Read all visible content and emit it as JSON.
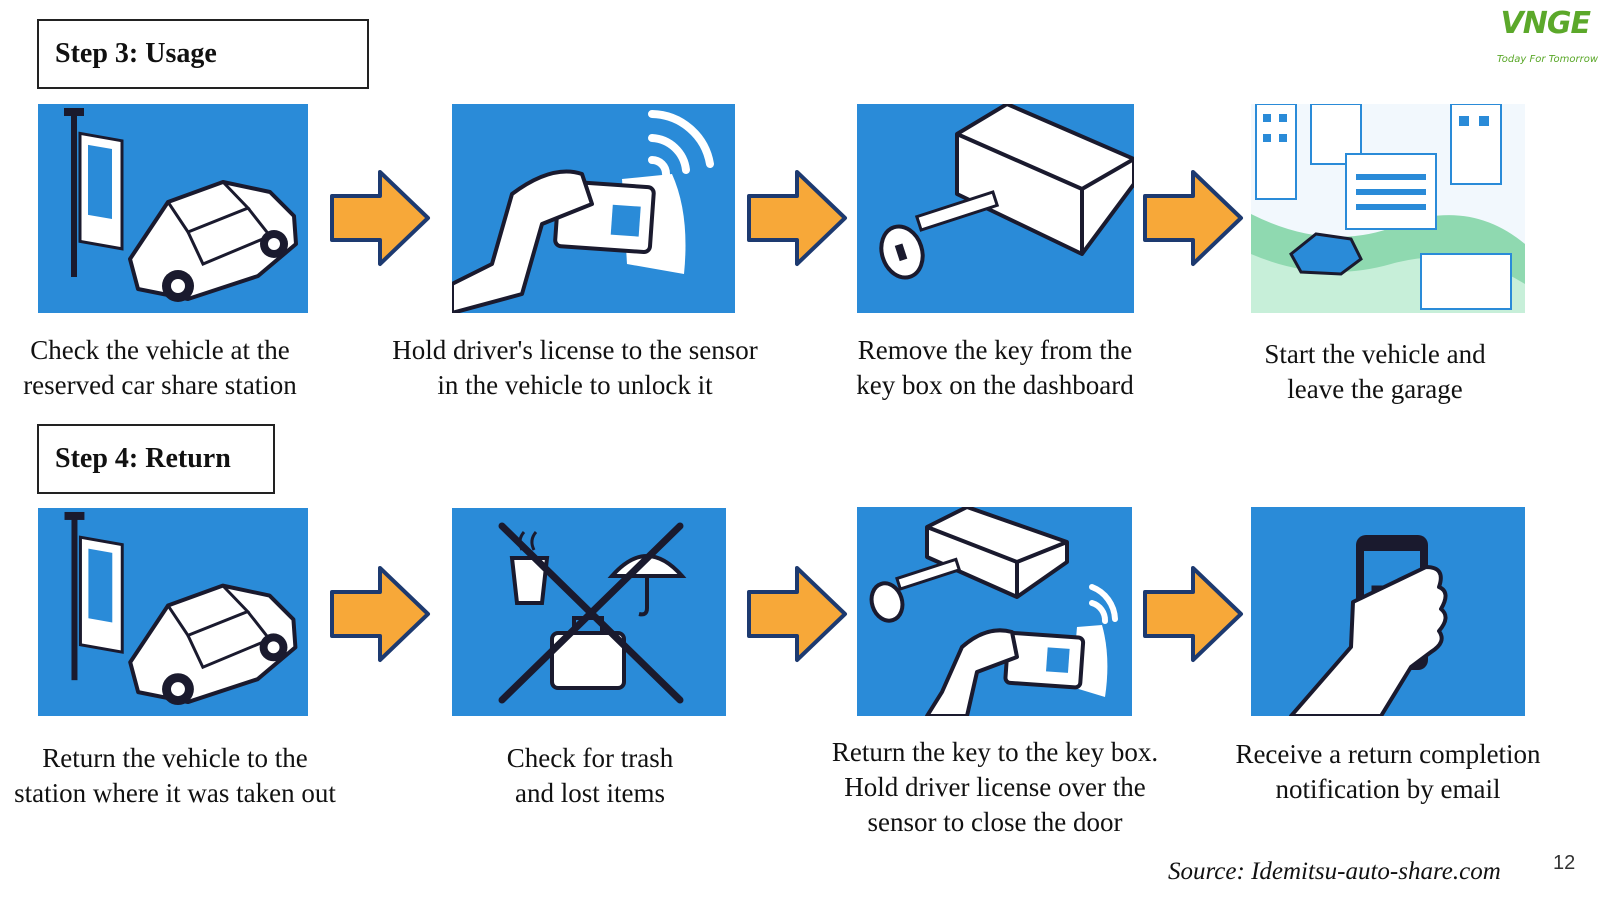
{
  "logo": {
    "mark": "VNGE",
    "tagline": "Today For Tomorrow"
  },
  "step3": {
    "title": "Step 3: Usage",
    "cards": [
      {
        "icon": "car-at-station-icon",
        "lines": [
          "Check the vehicle at the",
          "reserved car share station"
        ]
      },
      {
        "icon": "license-sensor-icon",
        "lines": [
          "Hold driver's license to the sensor",
          "in the vehicle to unlock it"
        ]
      },
      {
        "icon": "key-box-icon",
        "lines": [
          "Remove the key from the",
          "key box on the dashboard"
        ]
      },
      {
        "icon": "city-drive-icon",
        "lines": [
          "Start the vehicle and",
          "leave the garage"
        ]
      }
    ]
  },
  "step4": {
    "title": "Step 4: Return",
    "cards": [
      {
        "icon": "car-at-station-icon",
        "lines": [
          "Return the vehicle to the",
          "station where it was taken out"
        ]
      },
      {
        "icon": "no-trash-icon",
        "lines": [
          "Check for trash",
          "and lost items"
        ]
      },
      {
        "icon": "key-return-icon",
        "lines": [
          "Return the key to the key box.",
          "Hold driver license over the",
          "sensor to close the door"
        ]
      },
      {
        "icon": "email-phone-icon",
        "lines": [
          "Receive a return completion",
          "notification by email"
        ]
      }
    ]
  },
  "source": "Source: Idemitsu-auto-share.com",
  "page_number": "12",
  "colors": {
    "panel_blue": "#2a8bd8",
    "arrow_orange": "#f7a839",
    "arrow_outline": "#1d3a70",
    "logo_green": "#5ba82a"
  }
}
